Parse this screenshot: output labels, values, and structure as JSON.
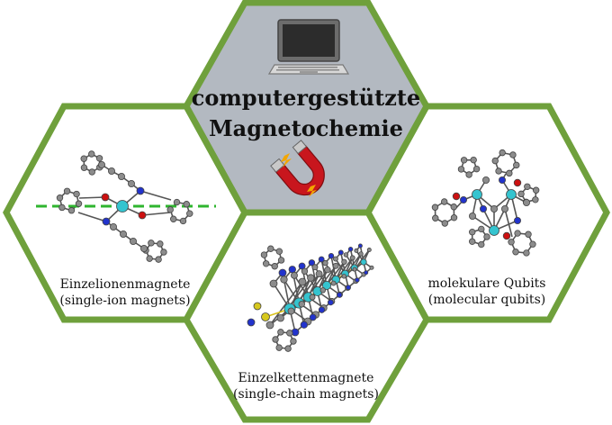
{
  "colors": {
    "border": "#6fa03c",
    "center_fill": "#b3b9c1",
    "outer_fill": "#ffffff",
    "carbon": "#8c8c8c",
    "nitrogen": "#2233cc",
    "oxygen": "#cc1111",
    "metal": "#35c4cf",
    "sulfur": "#d6c81e",
    "axis_line": "#2fb52f"
  },
  "center": {
    "title_line1": "computergestützte",
    "title_line2": "Magnetochemie",
    "icons": [
      "laptop-icon",
      "magnet-icon"
    ]
  },
  "left": {
    "label_line1": "Einzelionenmagnete",
    "label_line2": "(single-ion magnets)"
  },
  "right": {
    "label_line1": "molekulare Qubits",
    "label_line2": "(molecular qubits)"
  },
  "bottom": {
    "label_line1": "Einzelkettenmagnete",
    "label_line2": "(single-chain magnets)"
  }
}
